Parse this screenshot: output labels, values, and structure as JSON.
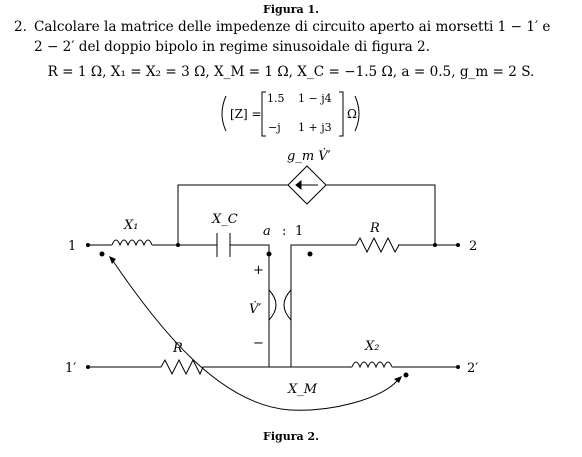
{
  "caption_top": "Figura 1.",
  "problem": {
    "number": "2.",
    "line1": "Calcolare la matrice delle impedenze di circuito aperto ai morsetti 1 − 1′ e",
    "line2": "2 − 2′ del doppio bipolo in regime sinusoidale di figura 2."
  },
  "params": "R = 1 Ω,  X₁ = X₂ = 3 Ω,  X_M = 1 Ω,  X_C = −1.5 Ω,  a = 0.5,  g_m = 2 S.",
  "result": {
    "lhs": "[Z] =",
    "m11": "1.5",
    "m12": "1 − j4",
    "m21": "−j",
    "m22": "1 + j3",
    "unit": "Ω"
  },
  "circuit": {
    "source_label": "g_m V̇′",
    "x1": "X₁",
    "xc": "X_C",
    "ratio_a": "a",
    "ratio_colon": ":",
    "ratio_one": "1",
    "r_top": "R",
    "r_bottom": "R",
    "x2": "X₂",
    "xm": "X_M",
    "v_prime": "V̇′",
    "plus": "+",
    "minus": "−",
    "port1": "1",
    "port1p": "1′",
    "port2": "2",
    "port2p": "2′"
  },
  "caption_bottom": "Figura 2."
}
